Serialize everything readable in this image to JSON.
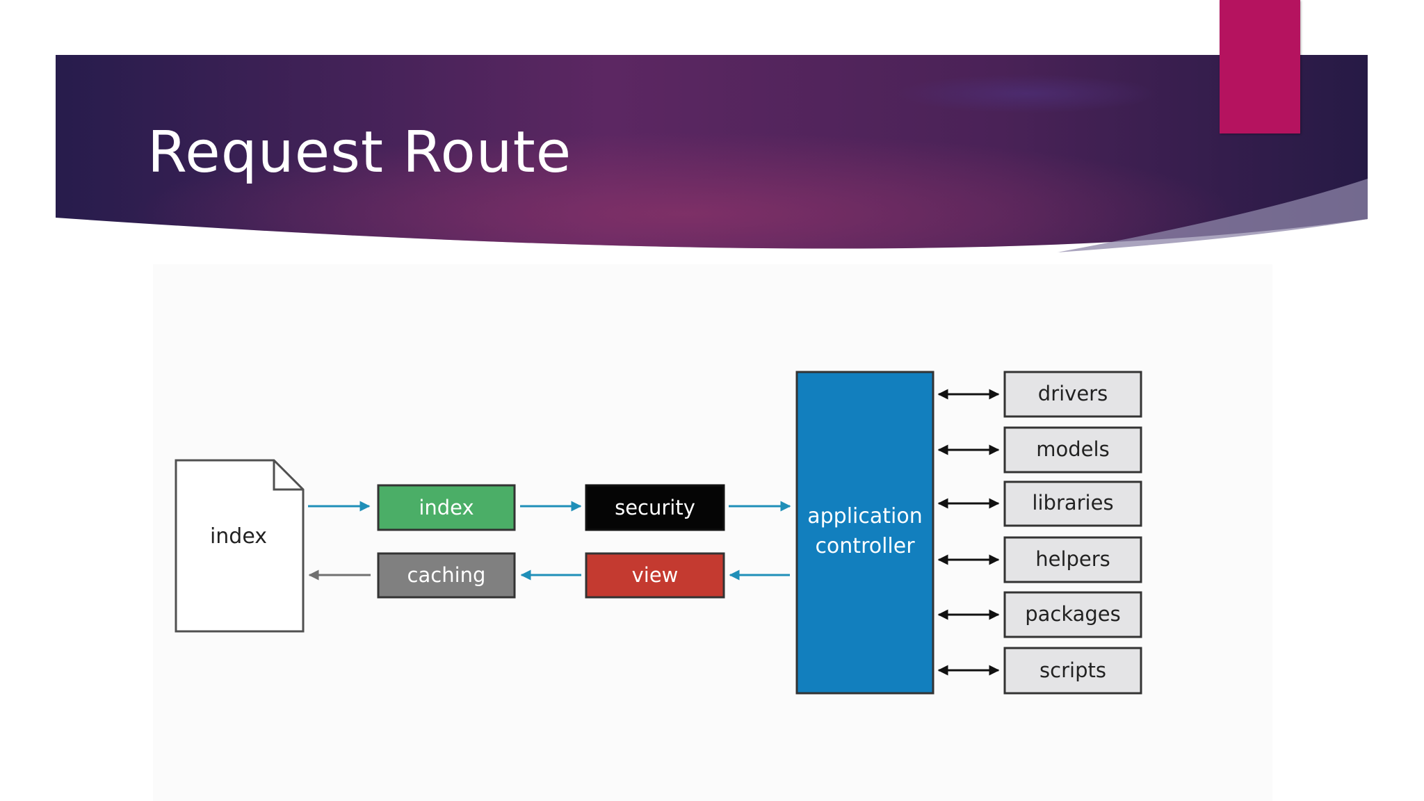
{
  "slide": {
    "title": "Request Route"
  },
  "colors": {
    "banner_dark": "#2b1c4d",
    "banner_mid": "#6b2a63",
    "accent_tab": "#b5135f",
    "controller_blue": "#127fbe",
    "index_green": "#4bae67",
    "security_black": "#050505",
    "caching_gray": "#808080",
    "view_red": "#c43a30",
    "module_box_fill": "#e4e4e6",
    "arrow_blue": "#1f8fb8"
  },
  "diagram": {
    "file_label": "index",
    "pipeline_in": [
      "index",
      "security"
    ],
    "pipeline_out": [
      "caching",
      "view"
    ],
    "controller_label": [
      "application",
      "controller"
    ],
    "modules": [
      "drivers",
      "models",
      "libraries",
      "helpers",
      "packages",
      "scripts"
    ]
  }
}
